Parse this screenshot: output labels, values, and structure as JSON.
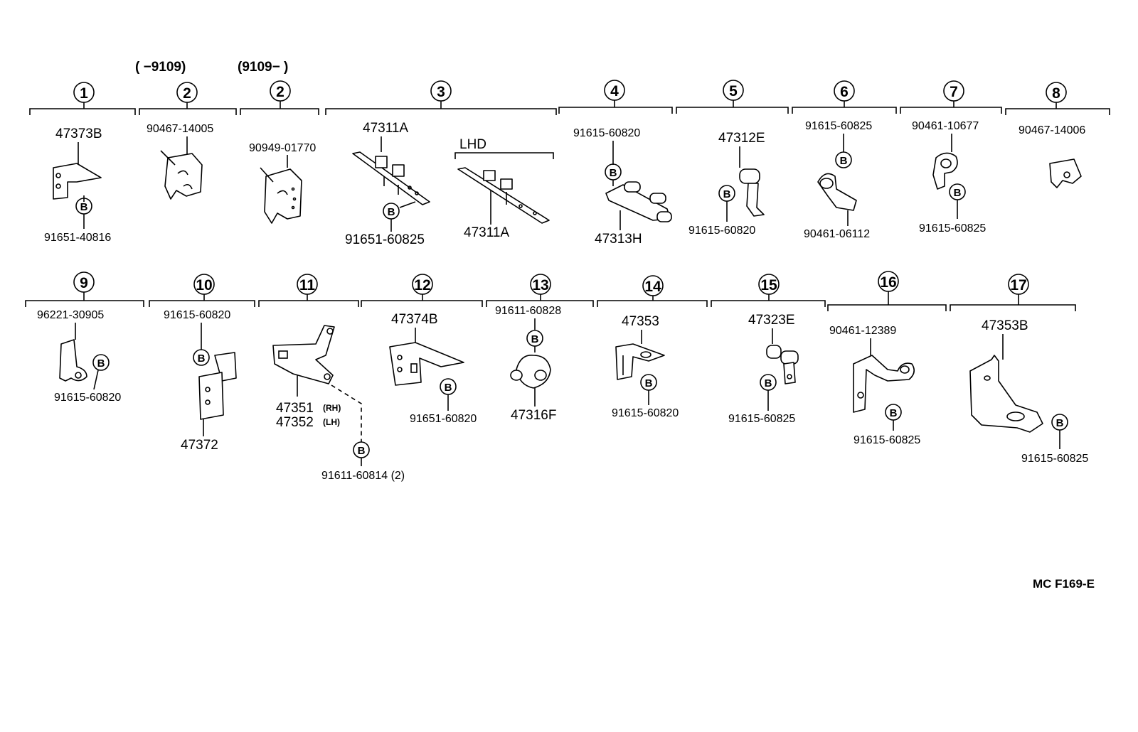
{
  "header": {
    "range_before": "(      −9109)",
    "range_after": "(9109−        )"
  },
  "index_labels": [
    "1",
    "2",
    "2",
    "3",
    "4",
    "5",
    "6",
    "7",
    "8",
    "9",
    "10",
    "11",
    "12",
    "13",
    "14",
    "15",
    "16",
    "17"
  ],
  "bolt_marker": "B",
  "variant_lhd": "LHD",
  "parts": {
    "p1_clamp": "47373B",
    "p1_bolt": "91651-40816",
    "p2a_clip": "90467-14005",
    "p2b_clip": "90949-01770",
    "p3_clamp": "47311A",
    "p3_bolt": "91651-60825",
    "p3_lhd_clamp": "47311A",
    "p4_bolt": "91615-60820",
    "p4_clamp": "47313H",
    "p5_clamp": "47312E",
    "p5_bolt": "91615-60820",
    "p6_bolt": "91615-60825",
    "p6_clamp": "90461-06112",
    "p7_clamp": "90461-10677",
    "p7_bolt": "91615-60825",
    "p8_clip": "90467-14006",
    "p9_clamp": "96221-30905",
    "p9_bolt": "91615-60820",
    "p10_bolt": "91615-60820",
    "p10_clamp": "47372",
    "p11_rh": "47351",
    "p11_rh_tag": "(RH)",
    "p11_lh": "47352",
    "p11_lh_tag": "(LH)",
    "p11_bolt": "91611-60814 (2)",
    "p12_clamp": "47374B",
    "p12_bolt": "91651-60820",
    "p13_bolt": "91611-60828",
    "p13_clamp": "47316F",
    "p14_clamp": "47353",
    "p14_bolt": "91615-60820",
    "p15_clamp": "47323E",
    "p15_bolt": "91615-60825",
    "p16_clamp": "90461-12389",
    "p16_bolt": "91615-60825",
    "p17_clamp": "47353B",
    "p17_bolt": "91615-60825"
  },
  "figure_code": "MC F169-E"
}
